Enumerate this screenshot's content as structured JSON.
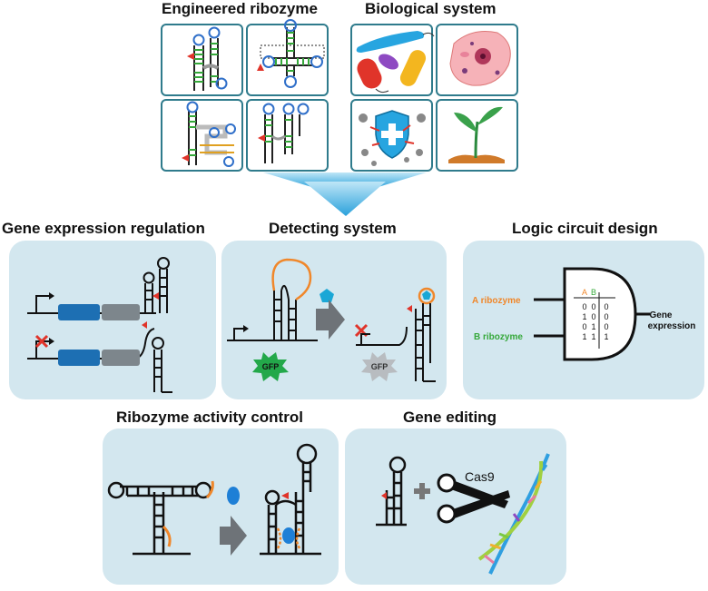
{
  "titles": {
    "engineered_ribozyme": "Engineered ribozyme",
    "biological_system": "Biological system",
    "gene_expression_regulation": "Gene expression regulation",
    "detecting_system": "Detecting system",
    "logic_circuit_design": "Logic circuit design",
    "ribozyme_activity_control": "Ribozyme activity control",
    "gene_editing": "Gene editing"
  },
  "detecting": {
    "gfp_on": "GFP",
    "gfp_off": "GFP"
  },
  "logic": {
    "input_a": "A ribozyme",
    "input_b": "B ribozyme",
    "output_line1": "Gene",
    "output_line2": "expression",
    "truth_table": {
      "headers": [
        "A",
        "B",
        ""
      ],
      "rows": [
        [
          "0",
          "0",
          "0"
        ],
        [
          "1",
          "0",
          "0"
        ],
        [
          "0",
          "1",
          "0"
        ],
        [
          "1",
          "1",
          "1"
        ]
      ]
    }
  },
  "gene_editing": {
    "enzyme": "Cas9"
  },
  "colors": {
    "panel_bg": "#d3e7ef",
    "tile_border": "#2f7b8c",
    "stem_green": "#35a83a",
    "loop_blue": "#2f6fc9",
    "cleavage_red": "#e0342a",
    "aptamer_orange": "#f0872a",
    "gene_blue": "#1d6fb3",
    "gene_gray": "#7d868c",
    "gfp_green": "#23a84a",
    "ligand_cyan": "#1aa7d6",
    "ligand_blue": "#1e7fd6",
    "input_a_orange": "#f0872a",
    "input_b_green": "#35a83a"
  }
}
